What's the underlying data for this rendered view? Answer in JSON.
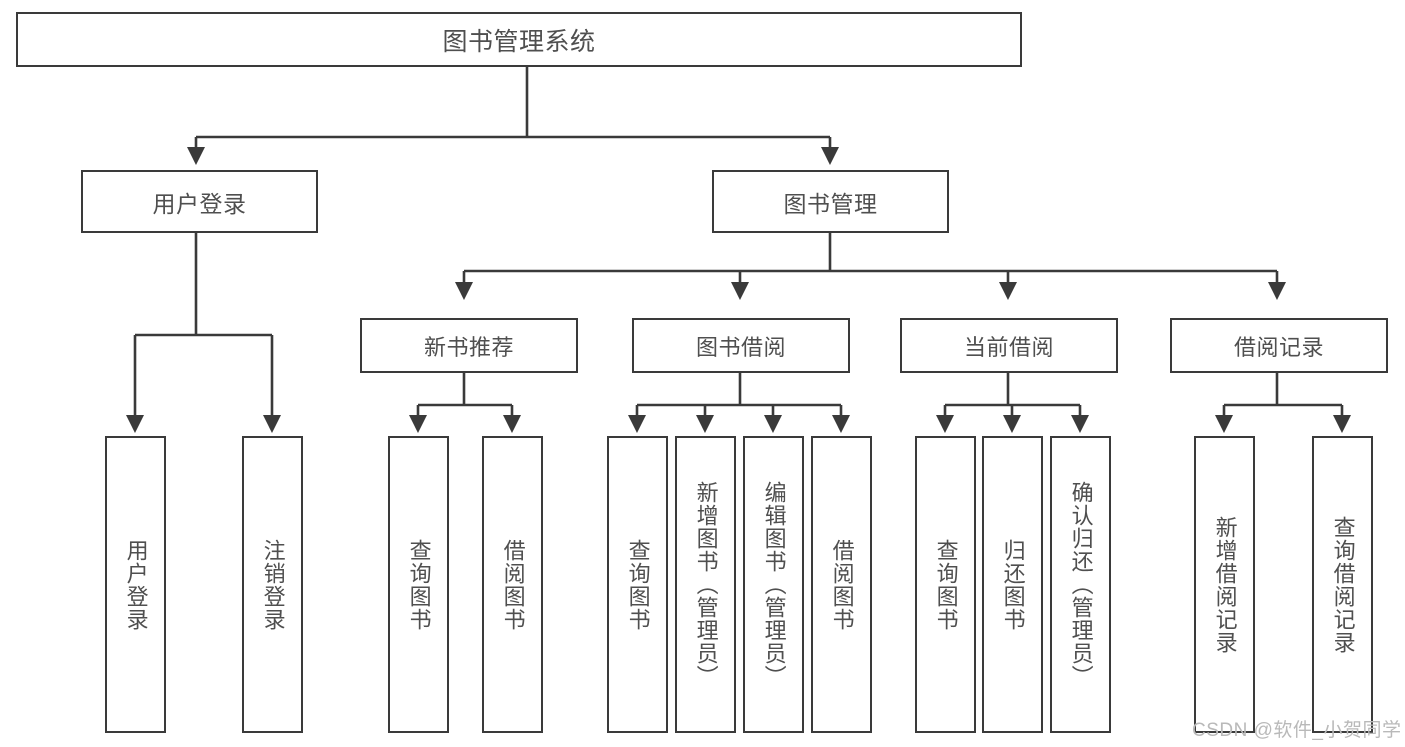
{
  "diagram": {
    "title": "图书管理系统",
    "type": "hierarchy-tree",
    "root": {
      "label": "图书管理系统"
    },
    "tier1": [
      {
        "label": "用户登录"
      },
      {
        "label": "图书管理"
      }
    ],
    "tier2": [
      {
        "label": "新书推荐"
      },
      {
        "label": "图书借阅"
      },
      {
        "label": "当前借阅"
      },
      {
        "label": "借阅记录"
      }
    ],
    "leaves": {
      "user_login": [
        {
          "label": "用户登录"
        },
        {
          "label": "注销登录"
        }
      ],
      "new_book_recommend": [
        {
          "label": "查询图书"
        },
        {
          "label": "借阅图书"
        }
      ],
      "book_borrow": [
        {
          "label": "查询图书"
        },
        {
          "label": "新增图书（管理员）"
        },
        {
          "label": "编辑图书（管理员）"
        },
        {
          "label": "借阅图书"
        }
      ],
      "current_borrow": [
        {
          "label": "查询图书"
        },
        {
          "label": "归还图书"
        },
        {
          "label": "确认归还（管理员）"
        }
      ],
      "borrow_record": [
        {
          "label": "新增借阅记录"
        },
        {
          "label": "查询借阅记录"
        }
      ]
    }
  },
  "watermark": {
    "text": "CSDN @软件_小贺同学"
  },
  "colors": {
    "border": "#3a3a3a",
    "text": "#4f4f4f",
    "background": "#ffffff",
    "watermark": "#b9b9b9"
  }
}
